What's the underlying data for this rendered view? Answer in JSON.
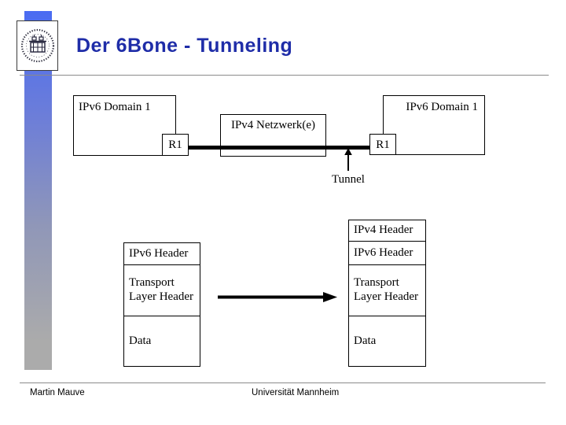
{
  "header": {
    "title": "Der 6Bone - Tunneling"
  },
  "logo": {
    "name": "Universität Mannheim seal"
  },
  "diagram": {
    "left_domain_label": "IPv6 Domain 1",
    "right_domain_label": "IPv6 Domain 1",
    "network_label": "IPv4 Netzwerk(e)",
    "left_router_label": "R1",
    "right_router_label": "R1",
    "tunnel_label": "Tunnel"
  },
  "packets": {
    "original": {
      "rows": [
        "IPv6 Header",
        "Transport Layer Header",
        "Data"
      ]
    },
    "tunneled": {
      "rows": [
        "IPv4 Header",
        "IPv6 Header",
        "Transport Layer Header",
        "Data"
      ]
    }
  },
  "footer": {
    "author": "Martin Mauve",
    "institution": "Universität Mannheim"
  },
  "colors": {
    "title_blue": "#1f2da8",
    "bar_gradient_top": "#4a6cf2",
    "bar_gradient_bottom": "#ababab",
    "rule_gray": "#8a8a8a",
    "diagram_stroke": "#000000"
  }
}
